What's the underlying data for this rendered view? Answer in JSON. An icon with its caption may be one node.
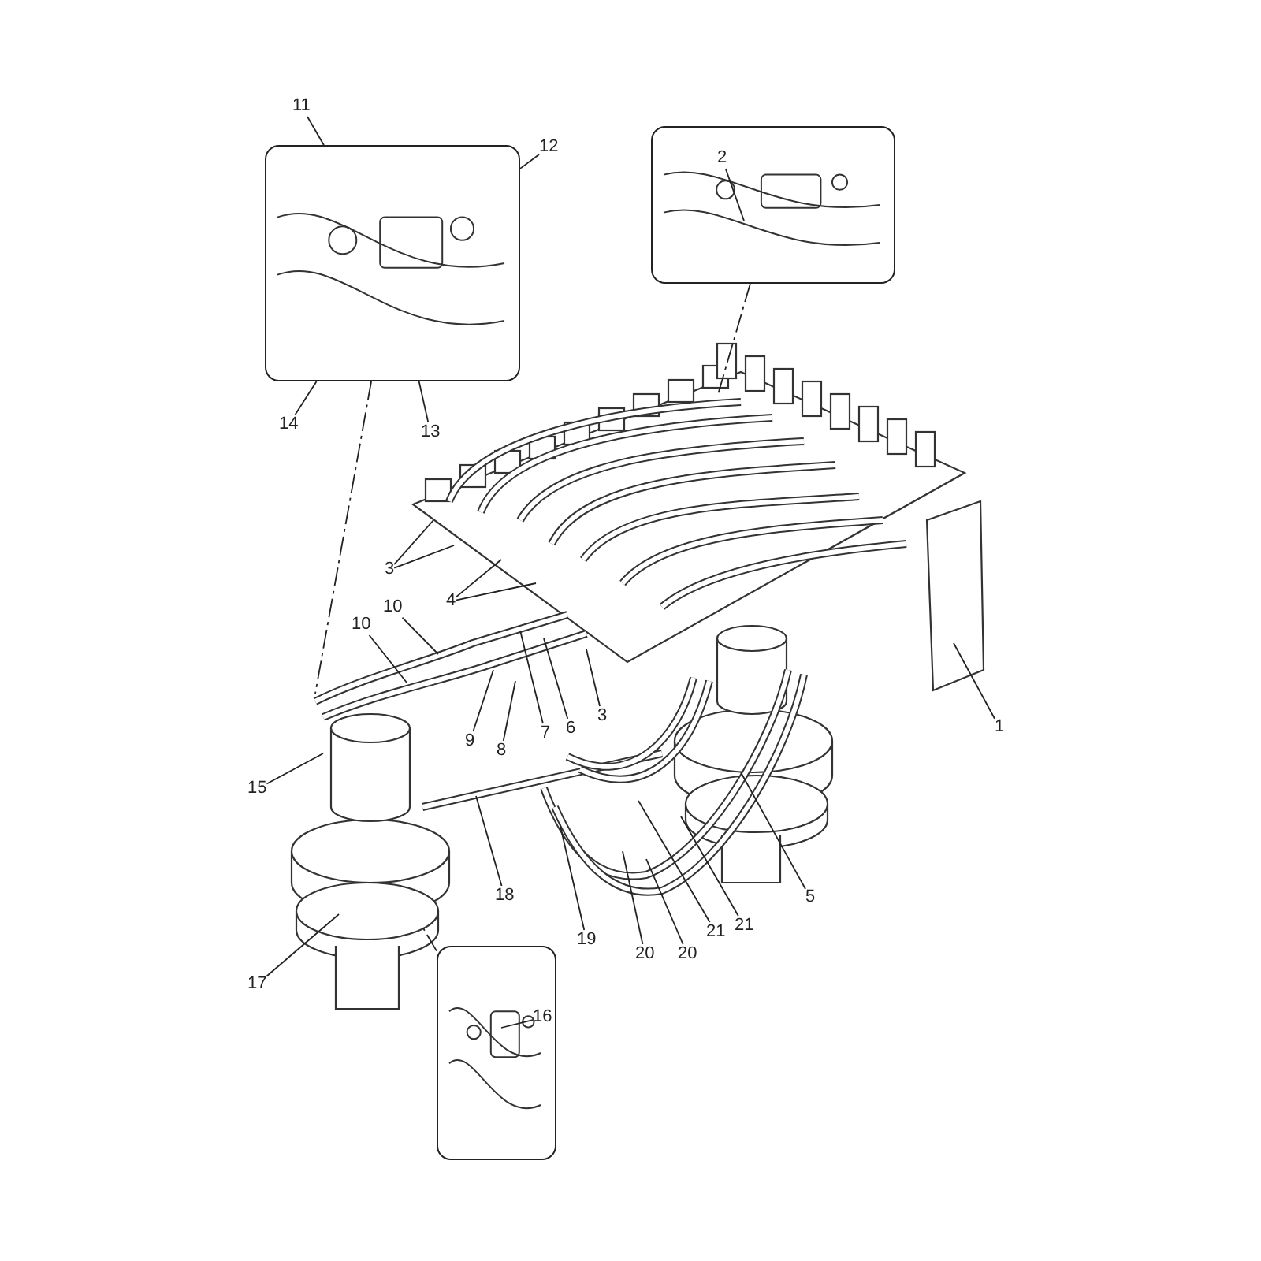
{
  "diagram": {
    "nodes": [
      {
        "text": [],
        "shape": "box"
      },
      {
        "text": [],
        "shape": "box"
      },
      {
        "text": [],
        "shape": "box"
      },
      {
        "text": [
          "11"
        ]
      },
      {
        "text": [
          "12"
        ]
      },
      {
        "text": [
          "2"
        ],
        "in": 1
      },
      {
        "text": [
          "14"
        ]
      },
      {
        "text": [
          "13"
        ]
      },
      {
        "text": [
          "3"
        ]
      },
      {
        "text": [
          "4"
        ]
      },
      {
        "text": [
          "10"
        ]
      },
      {
        "text": [
          "10"
        ]
      },
      {
        "text": [
          "1"
        ]
      },
      {
        "text": [
          "9"
        ]
      },
      {
        "text": [
          "8"
        ]
      },
      {
        "text": [
          "7"
        ]
      },
      {
        "text": [
          "6"
        ]
      },
      {
        "text": [
          "3"
        ]
      },
      {
        "text": [
          "15"
        ]
      },
      {
        "text": [
          "18"
        ]
      },
      {
        "text": [
          "5"
        ]
      },
      {
        "text": [
          "21"
        ]
      },
      {
        "text": [
          "21"
        ]
      },
      {
        "text": [
          "19"
        ]
      },
      {
        "text": [
          "20"
        ]
      },
      {
        "text": [
          "20"
        ]
      },
      {
        "text": [
          "17"
        ]
      },
      {
        "text": [
          "16"
        ],
        "in": 2
      }
    ],
    "edges": [
      {
        "from": 0,
        "to": null,
        "arrow": "none",
        "style": "dashed"
      },
      {
        "from": 1,
        "to": null,
        "arrow": "none",
        "style": "dashed"
      },
      {
        "from": 2,
        "to": null,
        "arrow": "none",
        "style": "dashed"
      },
      {
        "from": 3,
        "to": 0,
        "arrow": "none"
      },
      {
        "from": 4,
        "to": 0,
        "arrow": "none"
      },
      {
        "from": 5,
        "to": null,
        "arrow": "none"
      },
      {
        "from": 6,
        "to": 0,
        "arrow": "none"
      },
      {
        "from": 7,
        "to": 0,
        "arrow": "none"
      },
      {
        "from": 8,
        "to": null,
        "arrow": "none"
      },
      {
        "from": 8,
        "to": null,
        "arrow": "none"
      },
      {
        "from": 9,
        "to": null,
        "arrow": "none"
      },
      {
        "from": 9,
        "to": null,
        "arrow": "none"
      },
      {
        "from": 10,
        "to": null,
        "arrow": "none"
      },
      {
        "from": 11,
        "to": null,
        "arrow": "none"
      },
      {
        "from": 12,
        "to": null,
        "arrow": "none"
      },
      {
        "from": 13,
        "to": null,
        "arrow": "none"
      },
      {
        "from": 14,
        "to": null,
        "arrow": "none"
      },
      {
        "from": 15,
        "to": null,
        "arrow": "none"
      },
      {
        "from": 16,
        "to": null,
        "arrow": "none"
      },
      {
        "from": 17,
        "to": null,
        "arrow": "none"
      },
      {
        "from": 18,
        "to": null,
        "arrow": "none"
      },
      {
        "from": 19,
        "to": null,
        "arrow": "none"
      },
      {
        "from": 20,
        "to": null,
        "arrow": "none"
      },
      {
        "from": 21,
        "to": null,
        "arrow": "none"
      },
      {
        "from": 22,
        "to": null,
        "arrow": "none"
      },
      {
        "from": 23,
        "to": null,
        "arrow": "none"
      },
      {
        "from": 24,
        "to": null,
        "arrow": "none"
      },
      {
        "from": 25,
        "to": null,
        "arrow": "none"
      },
      {
        "from": 26,
        "to": null,
        "arrow": "none"
      },
      {
        "from": 27,
        "to": null,
        "arrow": "none"
      }
    ]
  }
}
